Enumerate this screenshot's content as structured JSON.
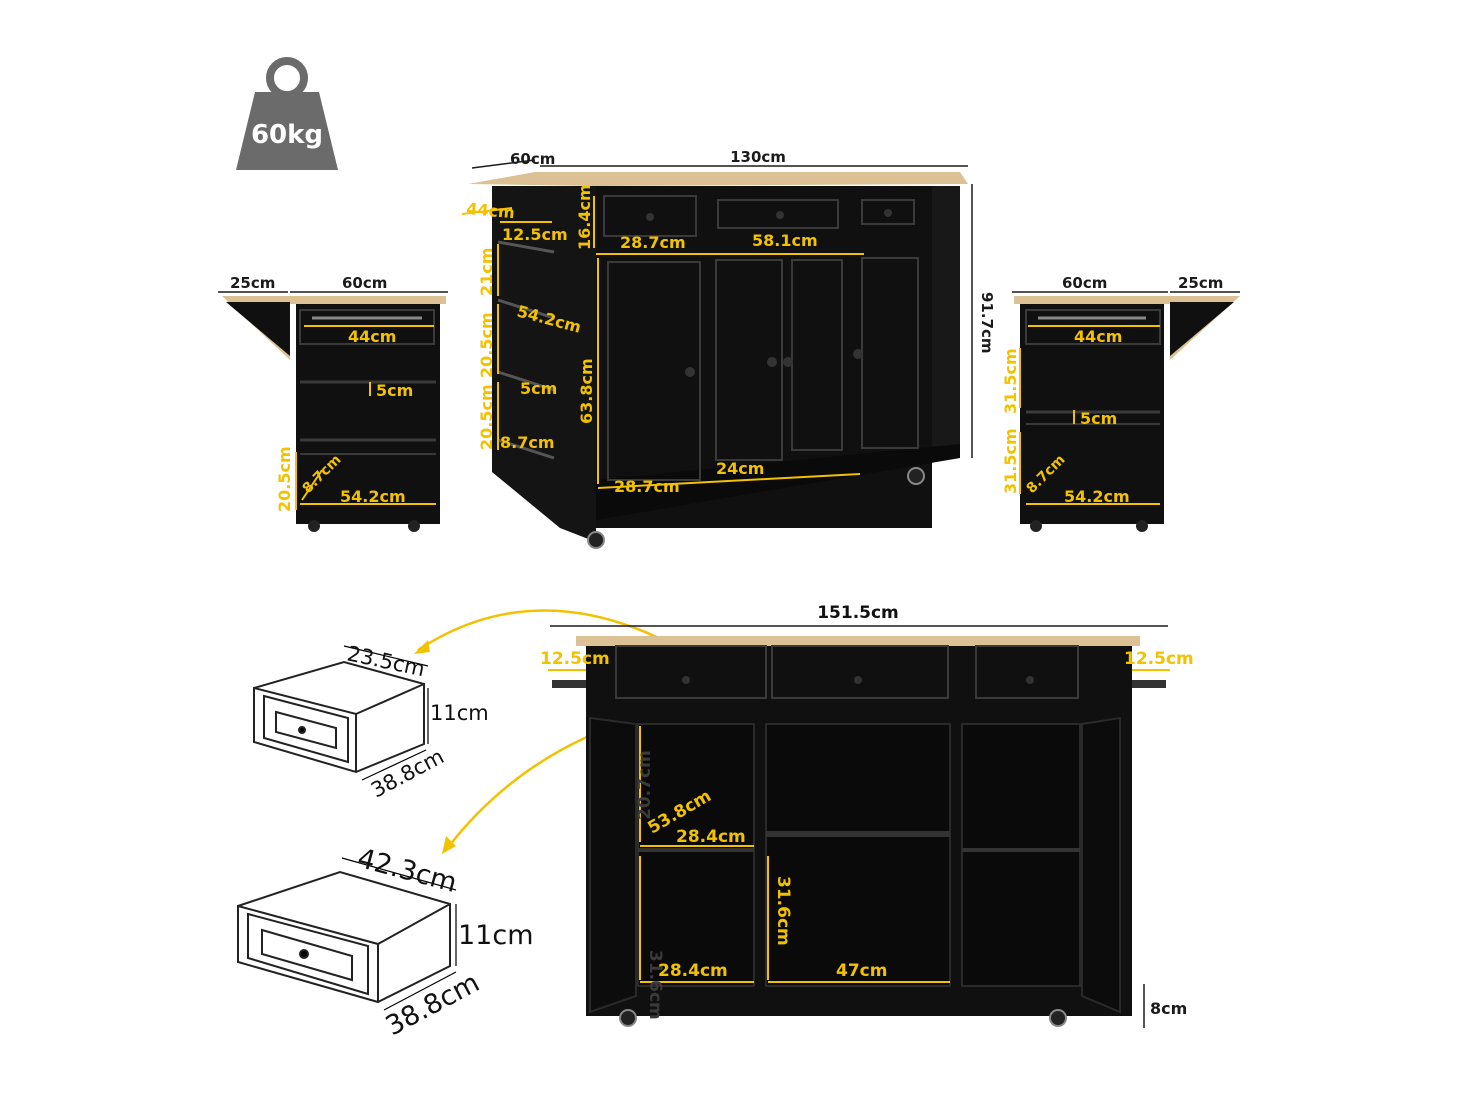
{
  "weight": {
    "label": "60kg",
    "color": "#6b6b6b"
  },
  "colors": {
    "cabinet": "#0f0f0f",
    "wood_top": "#dcc194",
    "yellow_dim": "#f2c200",
    "black_dim": "#1b1b1b"
  },
  "main_view": {
    "depth": "60cm",
    "width": "130cm",
    "height": "91.7cm",
    "towel_bar": "44cm",
    "shelf_depth": "12.5cm",
    "drawer_h": "16.4cm",
    "side_shelf_1": "21cm",
    "side_shelf_2": "20.5cm",
    "side_shelf_3": "20.5cm",
    "side_shelf_w": "54.2cm",
    "side_rail": "5cm",
    "side_bottom": "8.7cm",
    "drawer_left_w": "28.7cm",
    "drawer_center_w": "58.1cm",
    "cabinet_h": "63.8cm",
    "door_left_w": "28.7cm",
    "door_center_w": "24cm"
  },
  "left_view": {
    "flap": "25cm",
    "depth": "60cm",
    "bar": "44cm",
    "rail": "5cm",
    "bottom_h": "20.5cm",
    "bottom_depth": "8.7cm",
    "shelf_w": "54.2cm"
  },
  "right_view": {
    "depth": "60cm",
    "flap": "25cm",
    "bar": "44cm",
    "shelf_h_1": "31.5cm",
    "rail": "5cm",
    "shelf_h_2": "31.5cm",
    "bottom_depth": "8.7cm",
    "shelf_w": "54.2cm"
  },
  "small_drawer": {
    "width": "23.5cm",
    "height": "11cm",
    "depth": "38.8cm"
  },
  "large_drawer": {
    "width": "42.3cm",
    "height": "11cm",
    "depth": "38.8cm"
  },
  "open_view": {
    "width": "151.5cm",
    "overhang_left": "12.5cm",
    "overhang_right": "12.5cm",
    "upper_shelf_h": "20.7cm",
    "cab_depth": "53.8cm",
    "upper_shelf_w": "28.4cm",
    "lower_shelf_h": "31.6cm",
    "lower_left_h": "31.6cm",
    "lower_shelf_w": "28.4cm",
    "center_w": "47cm",
    "wheel_h": "8cm"
  }
}
